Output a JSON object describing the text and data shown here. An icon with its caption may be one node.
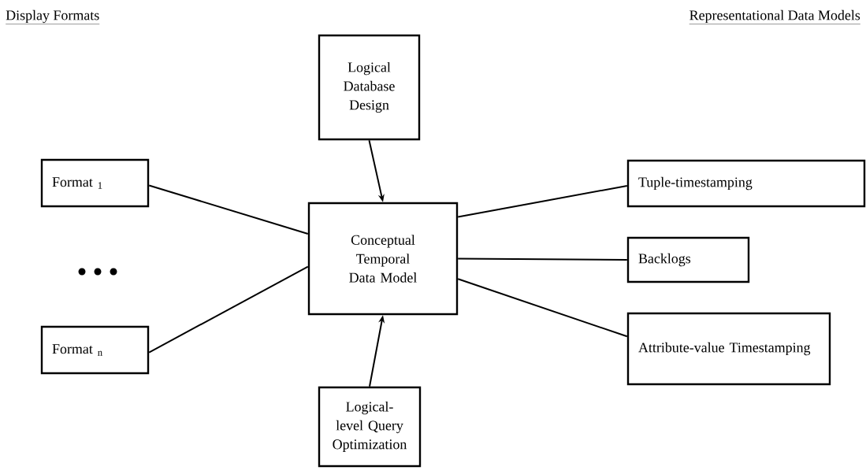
{
  "diagram": {
    "nodes": [
      {
        "text": [
          "Format $_{1}$"
        ]
      },
      {
        "text": [
          "Format $_{n}$"
        ]
      },
      {
        "text": [
          "Logical Database Design"
        ]
      },
      {
        "text": [
          "Conceptual Temporal Data Model"
        ]
      },
      {
        "text": [
          "Logical-level Query Optimization"
        ]
      },
      {
        "text": [
          "Tuple-timestamping"
        ]
      },
      {
        "text": [
          "Backlogs"
        ]
      },
      {
        "text": [
          "Attribute-value Timestamping"
        ]
      }
    ],
    "edges": [
      {
        "from": 2,
        "to": 3,
        "arrow": "to"
      },
      {
        "from": 4,
        "to": 3,
        "arrow": "to"
      },
      {
        "from": 0,
        "to": 3,
        "arrow": "none"
      },
      {
        "from": 1,
        "to": 3,
        "arrow": "none"
      },
      {
        "from": 3,
        "to": 5,
        "arrow": "none"
      },
      {
        "from": 3,
        "to": 6,
        "arrow": "none"
      },
      {
        "from": 3,
        "to": 7,
        "arrow": "none"
      }
    ],
    "labels": [
      "Display Formats",
      "Representational Data Models"
    ]
  }
}
